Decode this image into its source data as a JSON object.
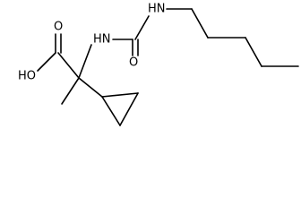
{
  "molecule": {
    "atom_labels": {
      "carboxylic_oxygen": "O",
      "hydroxyl": "HO",
      "amide_nh_left": "HN",
      "urea_oxygen": "O",
      "amide_nh_right": "HN"
    }
  }
}
